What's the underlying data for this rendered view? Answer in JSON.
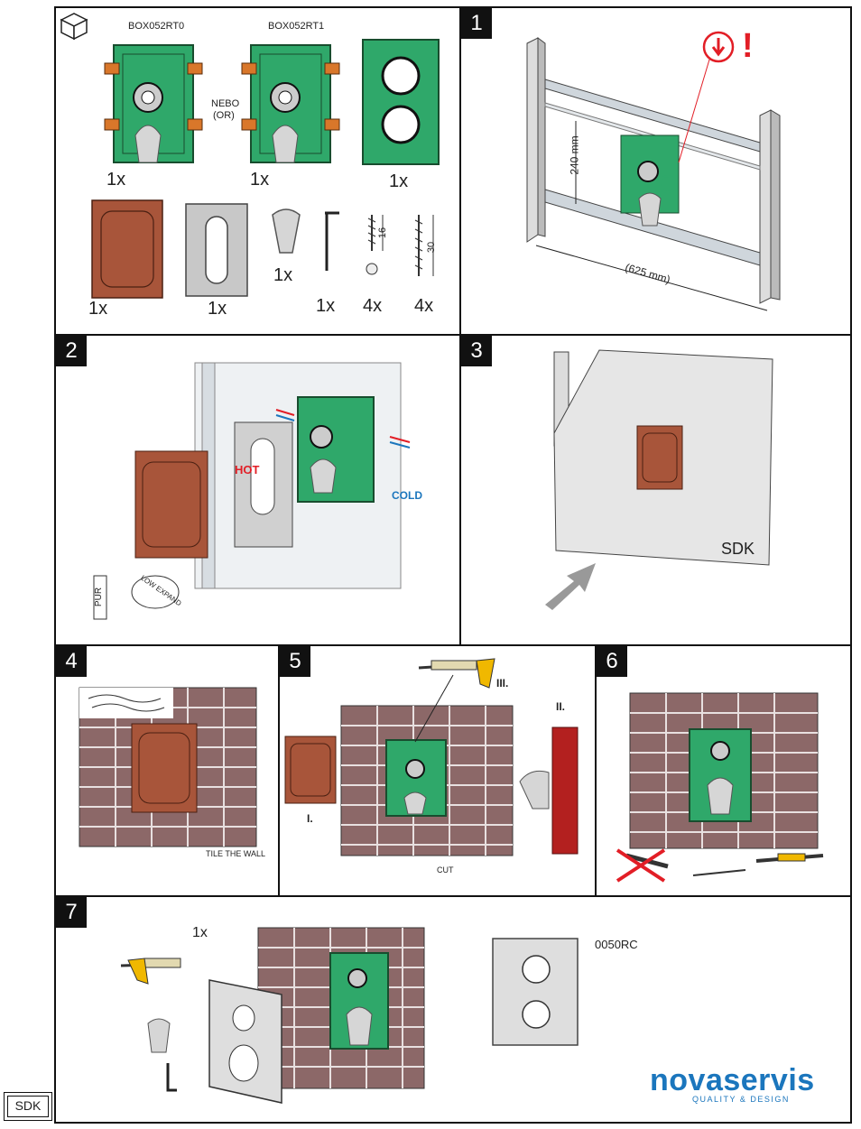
{
  "parts_panel": {
    "box_code_a": "BOX052RT0",
    "box_code_b": "BOX052RT1",
    "or_label_1": "NEBO",
    "or_label_2": "(OR)",
    "qty_box_a": "1x",
    "qty_box_b": "1x",
    "qty_plate": "1x",
    "qty_cover": "1x",
    "qty_frame": "1x",
    "qty_handle": "1x",
    "qty_key": "1x",
    "qty_screw16": "4x",
    "qty_screw30": "4x",
    "dim_16": "16",
    "dim_30": "30"
  },
  "steps": [
    {
      "num": "1",
      "dim_height": "240 mm",
      "dim_width": "(625 mm)",
      "warning": "!"
    },
    {
      "num": "2",
      "hot": "HOT",
      "cold": "COLD",
      "pur": "PUR",
      "low_expand": "LOW EXPAND"
    },
    {
      "num": "3",
      "label": "SDK"
    },
    {
      "num": "4",
      "caption": "TILE THE WALL"
    },
    {
      "num": "5",
      "step_i": "I.",
      "step_ii": "II.",
      "step_iii": "III.",
      "caption": "CUT"
    },
    {
      "num": "6"
    },
    {
      "num": "7",
      "qty": "1x",
      "product_code": "0050RC"
    }
  ],
  "footer": {
    "code": "SDK",
    "brand": "novaservis",
    "tagline": "QUALITY & DESIGN"
  },
  "colors": {
    "green_box": "#2fa86a",
    "terracotta": "#a8553a",
    "brick": "#8c6868",
    "red_accent": "#e21e26",
    "blue_accent": "#1b76bd"
  }
}
